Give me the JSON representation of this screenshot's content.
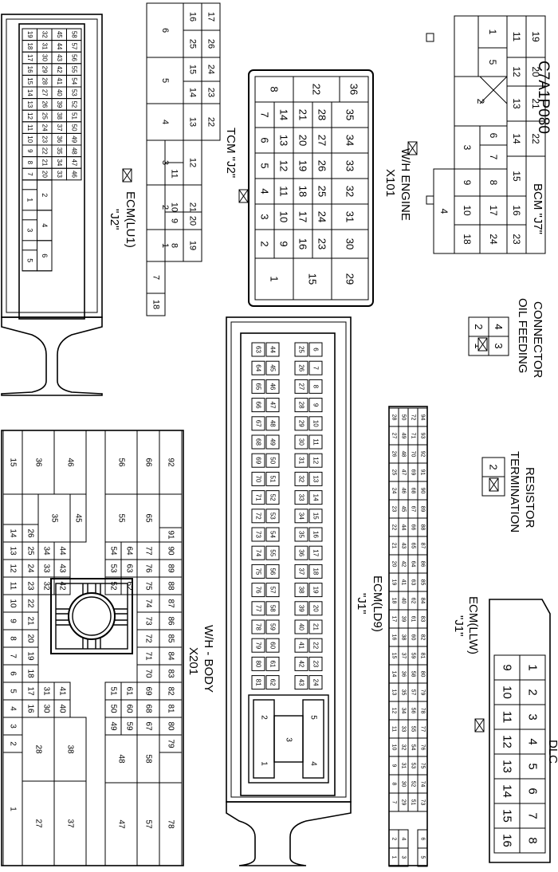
{
  "code": "C7A1P080",
  "connectors": {
    "ecm_lu1_j2": {
      "tag": "\"J2\"",
      "name": "ECM(LU1)"
    },
    "tcm_j2": {
      "name": "TCM \"J2\""
    },
    "x101": {
      "id": "X101",
      "name": "W/H ENGINE"
    },
    "bcm_j7": {
      "name": "BCM \"J7\""
    },
    "oil_feeding": {
      "line1": "OIL FEEDING",
      "line2": "CONNECTOR"
    },
    "termination": {
      "line1": "TERMINATION",
      "line2": "RESISTOR"
    },
    "x201": {
      "id": "X201",
      "name": "W/H - BODY"
    },
    "ecm_ld9_j1": {
      "tag": "\"J1\"",
      "name": "ECM(LD9)"
    },
    "ecm_llw_j1": {
      "tag": "\"J1\"",
      "name": "ECM(LLW)"
    },
    "dlc": {
      "name": "DLC"
    }
  }
}
